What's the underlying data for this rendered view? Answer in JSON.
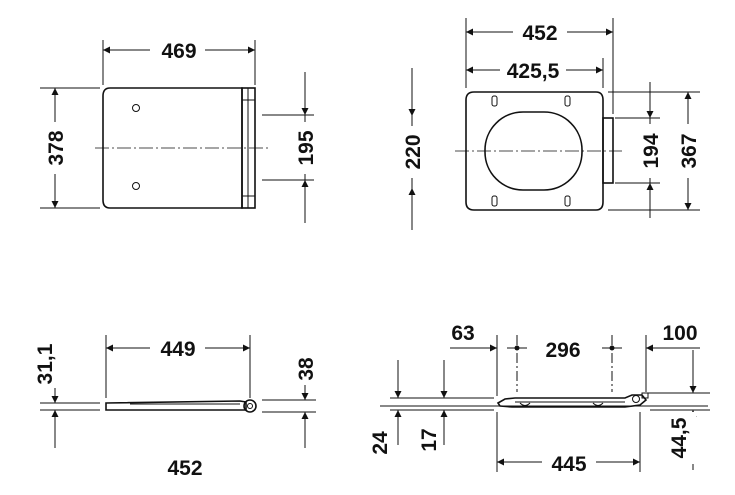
{
  "colors": {
    "line": "#111111",
    "background": "#ffffff"
  },
  "views": {
    "top_lid": {
      "width_label": "469",
      "depth_label": "378",
      "hinge_label": "195"
    },
    "top_seat": {
      "outer_width_label": "452",
      "inner_width_label": "425,5",
      "left_label": "220",
      "hinge_label": "194",
      "depth_label": "367"
    },
    "side_front": {
      "length_label": "449",
      "thickness_label": "31,1",
      "hinge_height_label": "38",
      "bottom_label": "452"
    },
    "side_profile": {
      "offset_label": "63",
      "pitch_label": "296",
      "rear_label": "100",
      "height_label": "24",
      "bumper_label": "17",
      "length_label": "445",
      "hinge_height_label": "44,5"
    }
  }
}
